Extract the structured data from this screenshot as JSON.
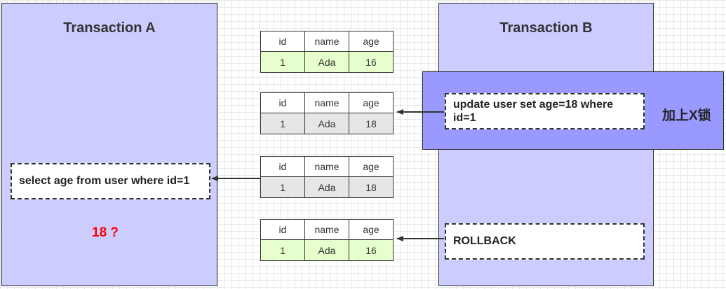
{
  "transaction_a": {
    "title": "Transaction A",
    "query": "select age from user where id=1",
    "result": "18 ?"
  },
  "transaction_b": {
    "title": "Transaction B",
    "update": "update user set age=18 where id=1",
    "lock_label": "加上X锁",
    "rollback": "ROLLBACK"
  },
  "tables": [
    {
      "headers": [
        "id",
        "name",
        "age"
      ],
      "row": [
        "1",
        "Ada",
        "16"
      ]
    },
    {
      "headers": [
        "id",
        "name",
        "age"
      ],
      "row": [
        "1",
        "Ada",
        "18"
      ]
    },
    {
      "headers": [
        "id",
        "name",
        "age"
      ],
      "row": [
        "1",
        "Ada",
        "18"
      ]
    },
    {
      "headers": [
        "id",
        "name",
        "age"
      ],
      "row": [
        "1",
        "Ada",
        "16"
      ]
    }
  ],
  "colors": {
    "panel": "#ccccff",
    "lock": "#9999ff",
    "row_committed": "#e6ffcc",
    "row_modified": "#e6e6e6",
    "highlight": "#ff0000"
  }
}
